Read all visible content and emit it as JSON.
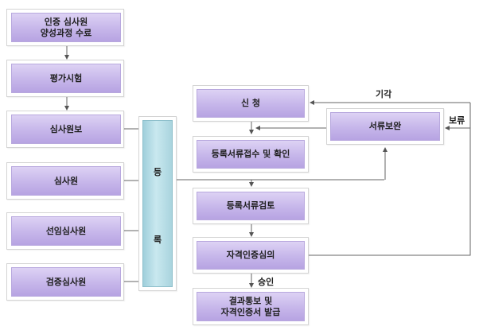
{
  "left_column": {
    "training": "인증 심사원\n양성과정 수료",
    "exam": "평가시험",
    "associate": "심사원보",
    "auditor": "심사원",
    "senior": "선임심사원",
    "verifier": "검증심사원"
  },
  "registration": {
    "char1": "등",
    "char2": "록"
  },
  "right_flow": {
    "apply": "신  청",
    "receive": "등록서류접수 및 확인",
    "review": "등록서류검토",
    "deliberation": "자격인증심의",
    "result": "결과통보 및\n자격인증서 발급",
    "supplement": "서류보완"
  },
  "edge_labels": {
    "reject": "기각",
    "hold": "보류",
    "approve": "승인"
  }
}
